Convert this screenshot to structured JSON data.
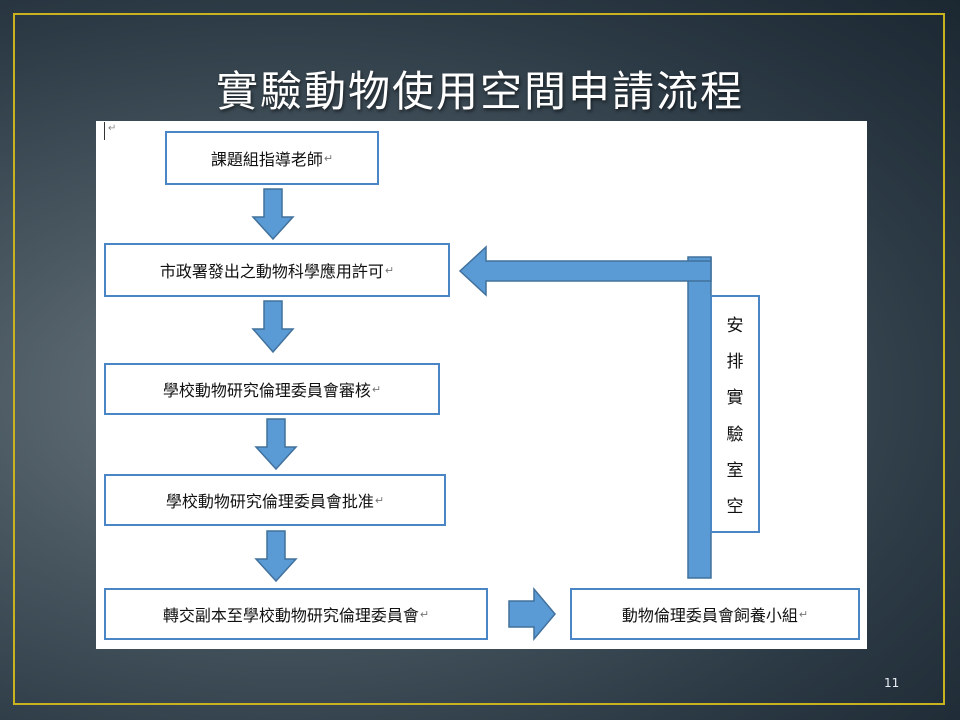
{
  "slide": {
    "title": "實驗動物使用空間申請流程",
    "page_number": "11",
    "colors": {
      "frame": "#c8b21f",
      "arrow_fill": "#5b9bd5",
      "arrow_stroke": "#41719c",
      "box_border": "#4a86c5"
    }
  },
  "diagram": {
    "paragraph_mark": "↵",
    "boxes": [
      {
        "id": "box1",
        "text": "課題組指導老師"
      },
      {
        "id": "box2",
        "text": "市政署發出之動物科學應用許可"
      },
      {
        "id": "box3",
        "text": "學校動物研究倫理委員會審核"
      },
      {
        "id": "box4",
        "text": "學校動物研究倫理委員會批准"
      },
      {
        "id": "box5",
        "text": "轉交副本至學校動物研究倫理委員會"
      },
      {
        "id": "box6",
        "text": "動物倫理委員會飼養小組"
      }
    ],
    "side_label": {
      "chars": [
        "安",
        "排",
        "實",
        "驗",
        "室",
        "空"
      ]
    }
  }
}
